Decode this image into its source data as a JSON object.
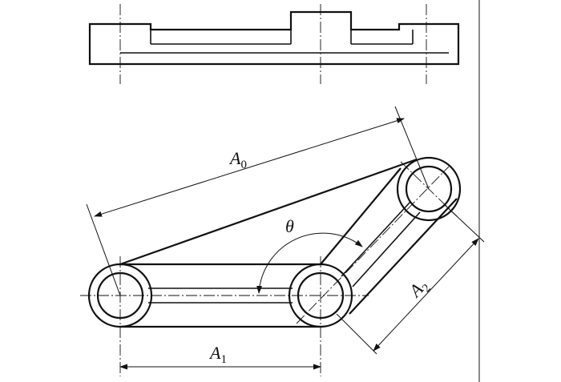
{
  "labels": {
    "a0_main": "A",
    "a0_sub": "0",
    "a1_main": "A",
    "a1_sub": "1",
    "a2_main": "A",
    "a2_sub": "2",
    "theta": "θ"
  },
  "colors": {
    "line": "#111111",
    "background": "#ffffff"
  }
}
